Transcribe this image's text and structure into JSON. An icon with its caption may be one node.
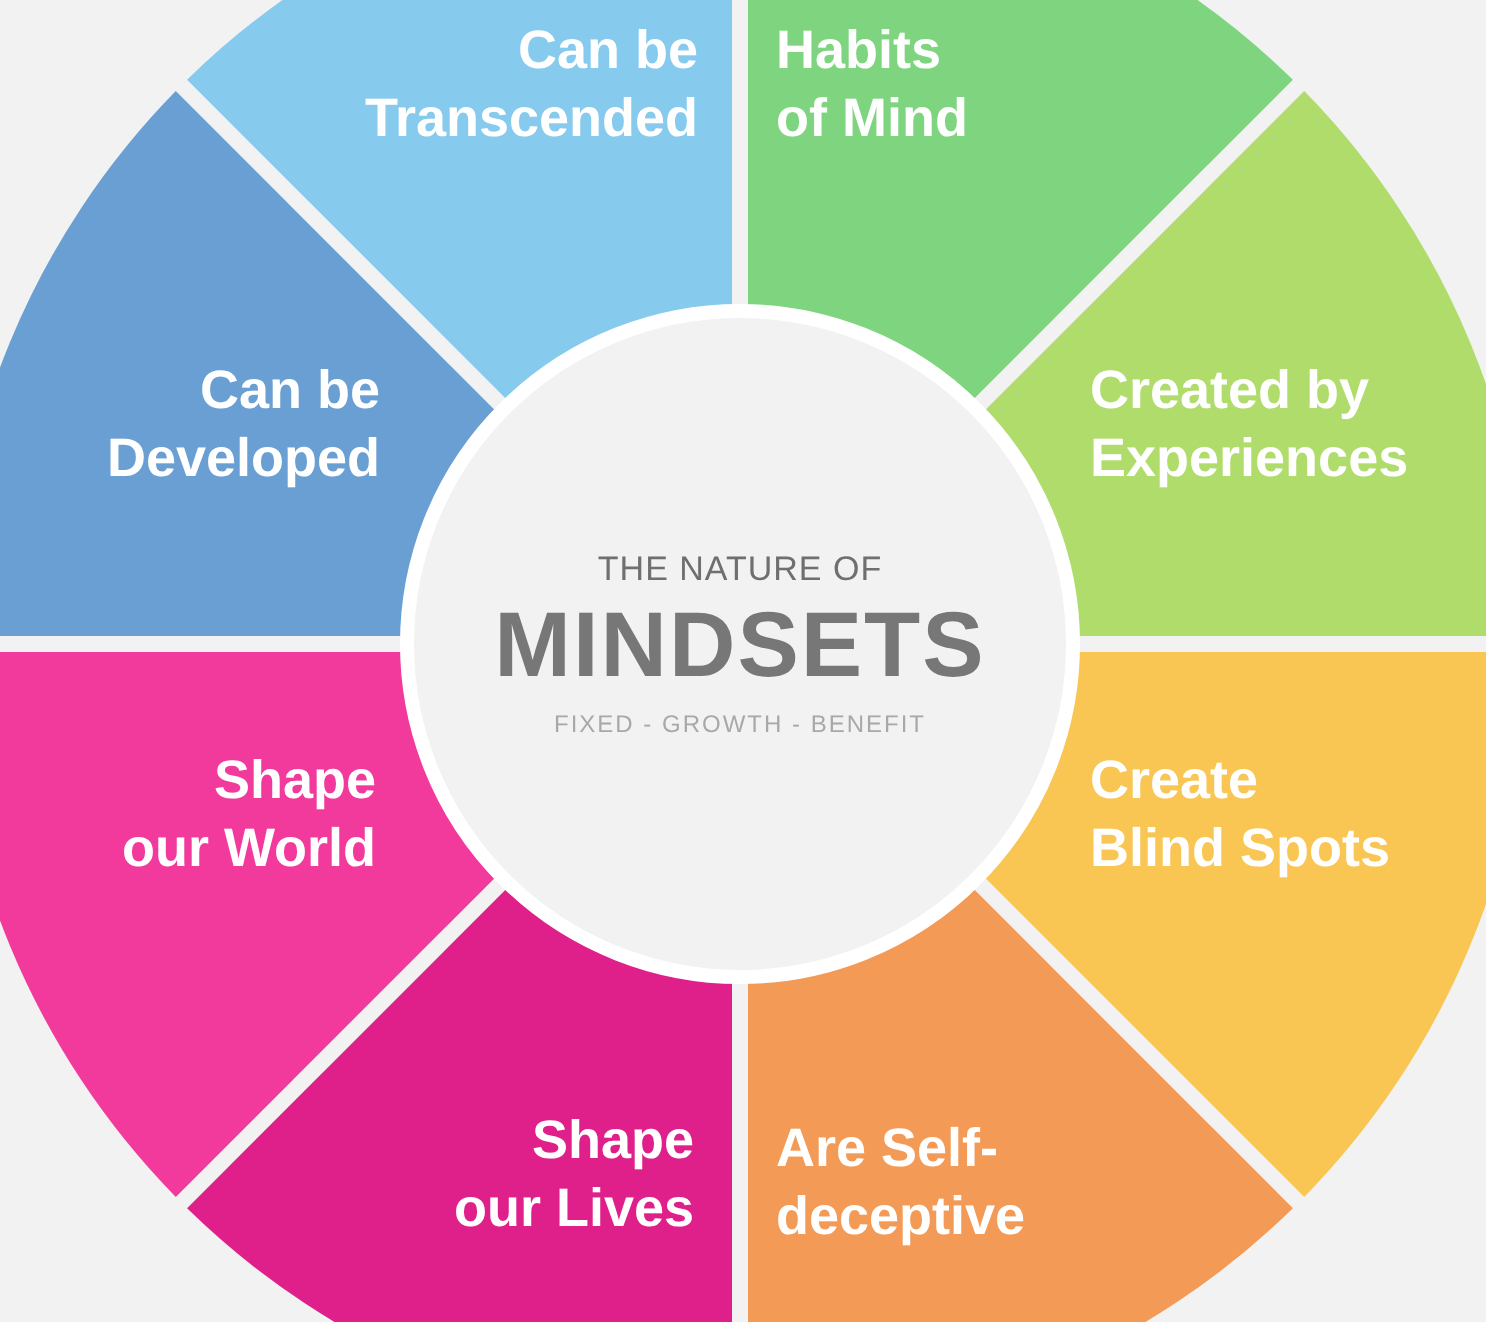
{
  "diagram": {
    "nodes": [
      {
        "text": [
          "THE NATURE OF",
          "MINDSETS",
          "FIXED - GROWTH - BENEFIT"
        ]
      },
      {
        "text": [
          "Habits of Mind"
        ]
      },
      {
        "text": [
          "Created by Experiences"
        ]
      },
      {
        "text": [
          "Create Blind Spots"
        ]
      },
      {
        "text": [
          "Are Self-deceptive"
        ]
      },
      {
        "text": [
          "Shape our Lives"
        ]
      },
      {
        "text": [
          "Shape our World"
        ]
      },
      {
        "text": [
          "Can be Developed"
        ]
      },
      {
        "text": [
          "Can be Transcended"
        ]
      }
    ]
  }
}
